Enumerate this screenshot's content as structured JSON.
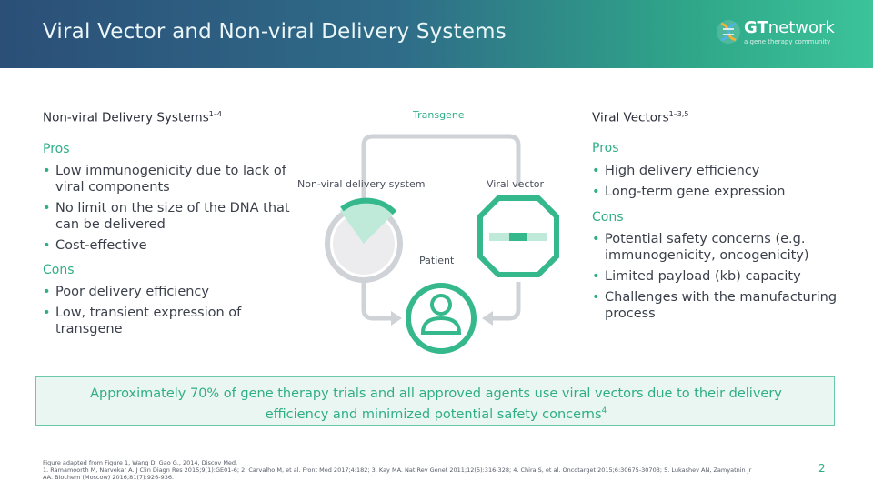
{
  "header": {
    "title": "Viral Vector and Non-viral Delivery Systems",
    "logo": {
      "name": "GTnetwork",
      "prefix": "GT",
      "suffix": "network",
      "tagline": "a gene therapy community"
    }
  },
  "left": {
    "heading": "Non-viral Delivery Systems",
    "heading_sup": "1–4",
    "pros_label": "Pros",
    "pros": [
      "Low immunogenicity due to lack of viral components",
      "No limit on the size of the DNA that can be delivered",
      "Cost-effective"
    ],
    "cons_label": "Cons",
    "cons": [
      "Poor delivery efficiency",
      "Low, transient expression of transgene"
    ]
  },
  "right": {
    "heading": "Viral Vectors",
    "heading_sup": "1–3,5",
    "pros_label": "Pros",
    "pros": [
      "High delivery efficiency",
      "Long-term gene expression"
    ],
    "cons_label": "Cons",
    "cons": [
      "Potential safety concerns (e.g. immunogenicity, oncogenicity)",
      "Limited payload (kb) capacity",
      "Challenges with the manufacturing process"
    ]
  },
  "diagram": {
    "transgene": "Transgene",
    "nonviral": "Non-viral delivery system",
    "viral": "Viral vector",
    "patient": "Patient"
  },
  "summary": {
    "line1": "Approximately 70% of gene therapy trials and all approved agents use viral vectors due to their delivery",
    "line2": "efficiency and minimized potential safety concerns",
    "line2_sup": "4"
  },
  "footnote": {
    "line1": "Figure adapted from Figure 1, Wang D, Gao G., 2014, Discov Med.",
    "line2": "1. Ramamoorth M, Narvekar A. J Clin Diagn Res 2015;9(1):GE01-6; 2. Carvalho M, et al. Front Med 2017;4:182; 3. Kay MA. Nat Rev Genet 2011;12(5):316-328; 4. Chira S, et al. Oncotarget 2015;6:30675-30703; 5. Lukashev AN, Zamyatnin Jr",
    "line3": "AA. Biochem (Moscow) 2016;81(7):926-936."
  },
  "page_number": "2",
  "colors": {
    "accent": "#2fae86",
    "header_dark": "#2b4f78",
    "header_light": "#3cc39a",
    "box_bg": "#eaf6f1",
    "arrow_gray": "#cfd2d6"
  }
}
